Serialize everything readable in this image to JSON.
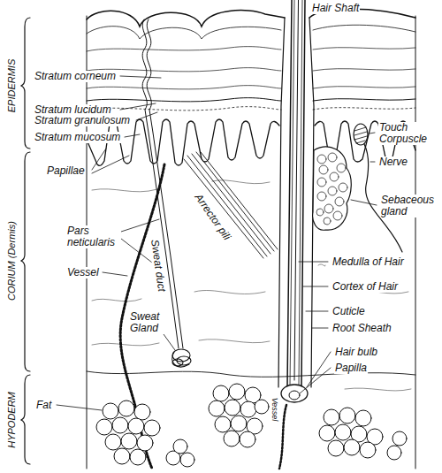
{
  "diagram": {
    "labels": [
      "Hair Shaft",
      "EPIDERMIS",
      "Stratum corneum",
      "Stratum lucidum",
      "Stratum granulosum",
      "Stratum mucosum",
      "Touch Corpuscle",
      "Nerve",
      "Papillae",
      "Sebaceous gland",
      "Arrector pili",
      "CORIUM (Dermis)",
      "Pars neticularis",
      "Sweat duct",
      "Vessel",
      "Medulla of Hair",
      "Cortex of Hair",
      "Cuticle",
      "Root Sheath",
      "Sweat Gland",
      "Hair bulb",
      "Papilla",
      "HYPODERM",
      "Fat",
      "Vessel"
    ]
  }
}
